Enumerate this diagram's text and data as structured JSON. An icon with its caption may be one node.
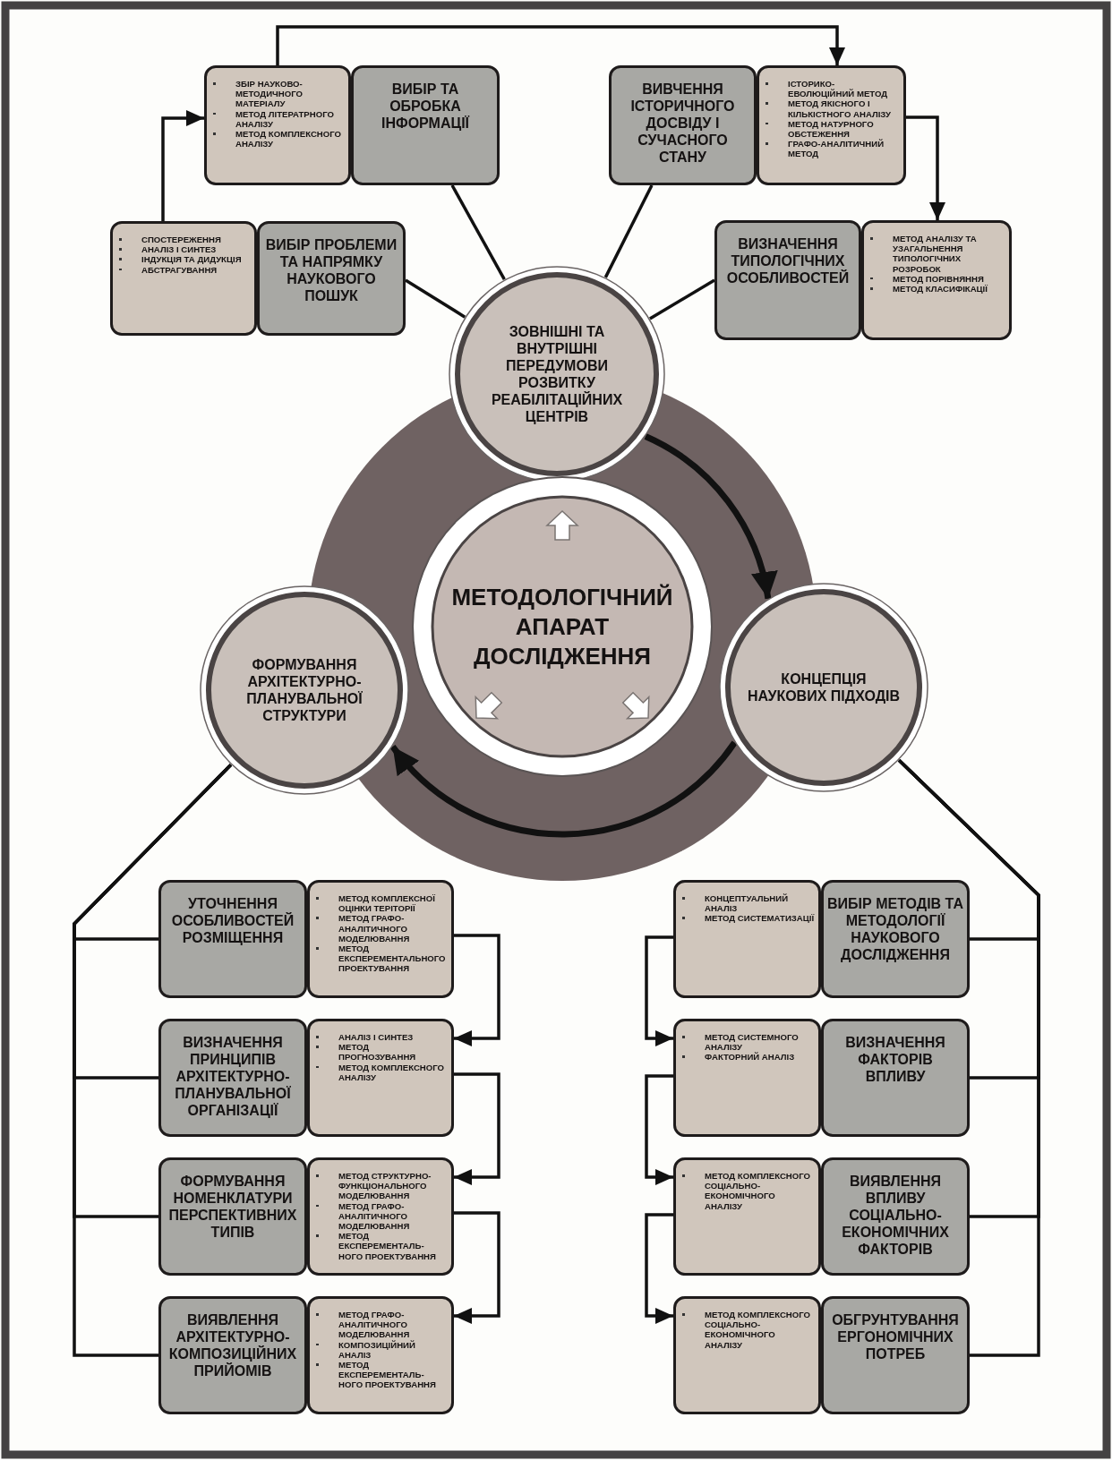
{
  "diagram": {
    "nodes": [
      {
        "text": [
          "ЗБІР НАУКОВО-МЕТОДИЧНОГО МАТЕРІАЛУ",
          "МЕТОД ЛІТЕРАТРНОГО АНАЛІЗУ",
          "МЕТОД КОМПЛЕКСНОГО АНАЛІЗУ"
        ]
      },
      {
        "text": [
          "ВИБІР ТА ОБРОБКА ІНФОРМАЦІЇ"
        ]
      },
      {
        "text": [
          "ВИВЧЕННЯ ІСТОРИЧНОГО ДОСВІДУ І СУЧАСНОГО СТАНУ"
        ]
      },
      {
        "text": [
          "ІСТОРИКО-ЕВОЛЮЦІЙНИЙ МЕТОД",
          "МЕТОД ЯКІСНОГО І КІЛЬКІСТНОГО АНАЛІЗУ",
          "МЕТОД НАТУРНОГО ОБСТЕЖЕННЯ",
          "ГРАФО-АНАЛІТИЧНИЙ МЕТОД"
        ]
      },
      {
        "text": [
          "СПОСТЕРЕЖЕННЯ",
          "АНАЛІЗ І СИНТЕЗ",
          "ІНДУКЦІЯ ТА ДИДУКЦІЯ",
          "АБСТРАГУВАННЯ"
        ]
      },
      {
        "text": [
          "ВИБІР ПРОБЛЕМИ ТА НАПРЯМКУ НАУКОВОГО ПОШУК"
        ]
      },
      {
        "text": [
          "ВИЗНАЧЕННЯ ТИПОЛОГІЧНИХ ОСОБЛИВОСТЕЙ"
        ]
      },
      {
        "text": [
          "МЕТОД АНАЛІЗУ ТА УЗАГАЛЬНЕННЯ ТИПОЛОГІЧНИХ РОЗРОБОК",
          "МЕТОД ПОРІВНЯННЯ",
          "МЕТОД КЛАСИФІКАЦІЇ"
        ]
      },
      {
        "text": [
          "ЗОВНІШНІ ТА ВНУТРІШНІ ПЕРЕДУМОВИ РОЗВИТКУ РЕАБІЛІТАЦІЙНИХ ЦЕНТРІВ"
        ]
      },
      {
        "text": [
          "МЕТОДОЛОГІЧНИЙ АПАРАТ ДОСЛІДЖЕННЯ"
        ]
      },
      {
        "text": [
          "ФОРМУВАННЯ АРХІТЕКТУРНО-ПЛАНУВАЛЬНОЇ СТРУКТУРИ"
        ]
      },
      {
        "text": [
          "КОНЦЕПЦІЯ НАУКОВИХ ПІДХОДІВ"
        ]
      },
      {
        "text": [
          "УТОЧНЕННЯ ОСОБЛИВОСТЕЙ РОЗМІЩЕННЯ"
        ]
      },
      {
        "text": [
          "МЕТОД КОМПЛЕКСНОЇ ОЦІНКИ ТЕРІТОРІЇ",
          "МЕТОД ГРАФО-АНАЛІТИЧНОГО МОДЕЛЮВАННЯ",
          "МЕТОД ЕКСПЕРЕМЕНТАЛЬНОГО ПРОЕКТУВАННЯ"
        ]
      },
      {
        "text": [
          "КОНЦЕПТУАЛЬНИЙ АНАЛІЗ",
          "МЕТОД СИСТЕМАТИЗАЦІЇ"
        ]
      },
      {
        "text": [
          "ВИБІР МЕТОДІВ ТА МЕТОДОЛОГІЇ НАУКОВОГО ДОСЛІДЖЕННЯ"
        ]
      },
      {
        "text": [
          "ВИЗНАЧЕННЯ ПРИНЦИПІВ АРХІТЕКТУРНО-ПЛАНУВАЛЬНОЇ ОРГАНІЗАЦІЇ"
        ]
      },
      {
        "text": [
          "АНАЛІЗ І СИНТЕЗ",
          "МЕТОД ПРОГНОЗУВАННЯ",
          "МЕТОД КОМПЛЕКСНОГО АНАЛІЗУ"
        ]
      },
      {
        "text": [
          "МЕТОД СИСТЕМНОГО АНАЛІЗУ",
          "ФАКТОРНИЙ АНАЛІЗ"
        ]
      },
      {
        "text": [
          "ВИЗНАЧЕННЯ ФАКТОРІВ ВПЛИВУ"
        ]
      },
      {
        "text": [
          "ФОРМУВАННЯ НОМЕНКЛАТУРИ ПЕРСПЕКТИВНИХ ТИПІВ"
        ]
      },
      {
        "text": [
          "МЕТОД СТРУКТУРНО-ФУНКЦІОНАЛЬНОГО МОДЕЛЮВАННЯ",
          "МЕТОД ГРАФО-АНАЛІТИЧНОГО МОДЕЛЮВАННЯ",
          "МЕТОД ЕКСПЕРЕМЕНТАЛЬ-НОГО ПРОЕКТУВАННЯ"
        ]
      },
      {
        "text": [
          "МЕТОД КОМПЛЕКСНОГО СОЦІАЛЬНО-ЕКОНОМІЧНОГО АНАЛІЗУ"
        ]
      },
      {
        "text": [
          "ВИЯВЛЕННЯ ВПЛИВУ СОЦІАЛЬНО-ЕКОНОМІЧНИХ ФАКТОРІВ"
        ]
      },
      {
        "text": [
          "ВИЯВЛЕННЯ АРХІТЕКТУРНО-КОМПОЗИЦІЙНИХ ПРИЙОМІВ"
        ]
      },
      {
        "text": [
          "МЕТОД ГРАФО-АНАЛІТИЧНОГО МОДЕЛЮВАННЯ",
          "КОМПОЗИЦІЙНИЙ АНАЛІЗ",
          "МЕТОД ЕКСПЕРЕМЕНТАЛЬ-НОГО ПРОЕКТУВАННЯ"
        ]
      },
      {
        "text": [
          "МЕТОД КОМПЛЕКСНОГО СОЦІАЛЬНО-ЕКОНОМІЧНОГО АНАЛІЗУ"
        ]
      },
      {
        "text": [
          "ОБГРУНТУВАННЯ ЕРГОНОМІЧНИХ ПОТРЕБ"
        ]
      }
    ],
    "edges": [
      {
        "from": 4,
        "to": 0,
        "arrow": "to"
      },
      {
        "from": 0,
        "to": 3,
        "arrow": "to"
      },
      {
        "from": 3,
        "to": 7,
        "arrow": "to"
      },
      {
        "from": 1,
        "to": 8,
        "arrow": "none"
      },
      {
        "from": 5,
        "to": 8,
        "arrow": "none"
      },
      {
        "from": 2,
        "to": 8,
        "arrow": "none"
      },
      {
        "from": 6,
        "to": 8,
        "arrow": "none"
      },
      {
        "from": 8,
        "to": 11,
        "arrow": "to",
        "style": "thick"
      },
      {
        "from": 11,
        "to": 10,
        "arrow": "to",
        "style": "thick"
      },
      {
        "from": 10,
        "to": 12,
        "arrow": "none"
      },
      {
        "from": 10,
        "to": 16,
        "arrow": "none"
      },
      {
        "from": 10,
        "to": 20,
        "arrow": "none"
      },
      {
        "from": 10,
        "to": 24,
        "arrow": "none"
      },
      {
        "from": 11,
        "to": 15,
        "arrow": "none"
      },
      {
        "from": 11,
        "to": 19,
        "arrow": "none"
      },
      {
        "from": 11,
        "to": 23,
        "arrow": "none"
      },
      {
        "from": 11,
        "to": 27,
        "arrow": "none"
      },
      {
        "from": 13,
        "to": 17,
        "arrow": "to"
      },
      {
        "from": 17,
        "to": 21,
        "arrow": "to"
      },
      {
        "from": 21,
        "to": 25,
        "arrow": "to"
      },
      {
        "from": 14,
        "to": 18,
        "arrow": "to"
      },
      {
        "from": 18,
        "to": 22,
        "arrow": "to"
      },
      {
        "from": 22,
        "to": 26,
        "arrow": "to"
      }
    ]
  }
}
